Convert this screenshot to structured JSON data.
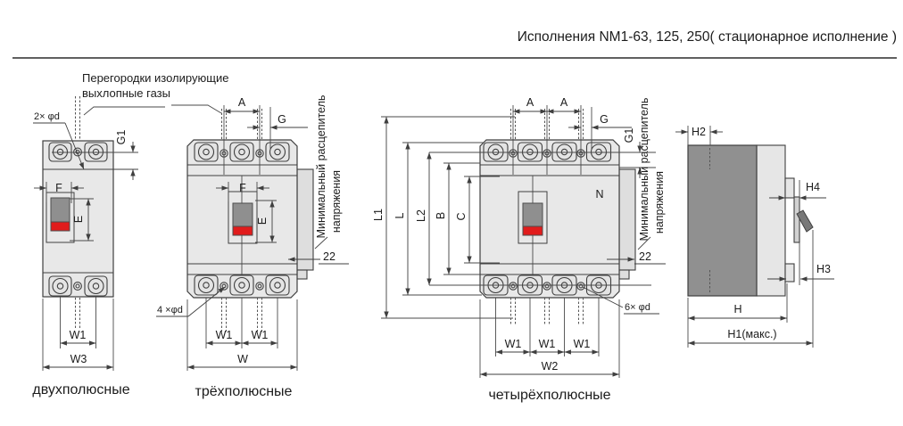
{
  "header": {
    "title": "Исполнения NM1-63, 125, 250( стационарное исполнение )"
  },
  "notes": {
    "exhaust_line1": "Перегородки изолирующие",
    "exhaust_line2": "выхлопные газы",
    "release_line1": "Минимальный расцепитель",
    "release_line2": "напряжения"
  },
  "captions": {
    "two_pole": "двухполюсные",
    "three_pole": "трёхполюсные",
    "four_pole": "четырёхполюсные"
  },
  "dim_labels": {
    "a": "A",
    "b": "B",
    "c": "C",
    "e": "E",
    "f": "F",
    "g": "G",
    "g1": "G1",
    "l": "L",
    "l1": "L1",
    "l2": "L2",
    "w": "W",
    "w1": "W1",
    "w2": "W2",
    "w3": "W3",
    "h": "H",
    "h1_max": "H1(макс.)",
    "h2": "H2",
    "h3": "H3",
    "h4": "H4",
    "depth_22": "22",
    "neutral": "N",
    "holes_2": "2× φd",
    "holes_4": "4 ×φd",
    "holes_6": "6× φd"
  },
  "colors": {
    "toggle_handle": "#8f8f8f",
    "toggle_red": "#e11c1c",
    "side_dark": "#909090",
    "side_light": "#e6e6e6"
  }
}
